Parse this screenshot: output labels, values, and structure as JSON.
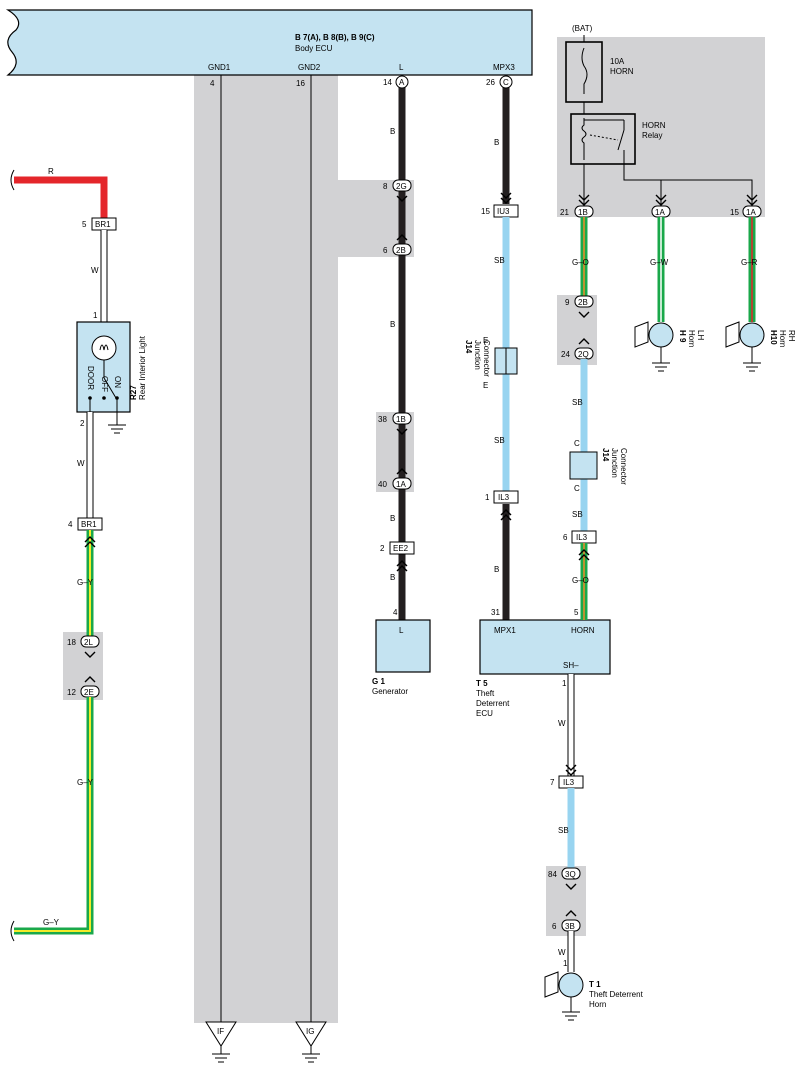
{
  "body_ecu": {
    "title": "B 7(A), B 8(B), B 9(C)",
    "name": "Body ECU",
    "pins": {
      "gnd1": "GND1",
      "gnd2": "GND2",
      "l": "L",
      "mpx3": "MPX3"
    }
  },
  "battery": {
    "label": "(BAT)",
    "fuse_amp": "10A",
    "fuse_name": "HORN",
    "relay_l1": "HORN",
    "relay_l2": "Relay"
  },
  "wire_colors": {
    "red": "#e4262b",
    "black": "#231f20",
    "white": "#ffffff",
    "sky_blue": "#98d4f0",
    "green": "#1aa84a",
    "yellow": "#f4ea2a",
    "ecu_fill": "#c4e3f1",
    "shade": "#d2d2d4"
  },
  "labels": {
    "n4": "4",
    "n16": "16",
    "n14": "14",
    "n26": "26",
    "pinA": "A",
    "pinC": "C",
    "wB1": "B",
    "wB2": "B",
    "wB3": "B",
    "wB4": "B",
    "wB5": "B",
    "wB6": "B",
    "n8": "8",
    "c2G": "2G",
    "n6a": "6",
    "c2B": "2B",
    "n38": "38",
    "c1B": "1B",
    "n40": "40",
    "c1A": "1A",
    "n2": "2",
    "cEE2": "EE2",
    "n4g": "4",
    "n15a": "15",
    "cIU3": "IU3",
    "wSB1": "SB",
    "wSB2": "SB",
    "wSB3": "SB",
    "wSB4": "SB",
    "wSB5": "SB",
    "eTop": "E",
    "eBot": "E",
    "n1a": "1",
    "cIL3a": "IL3",
    "n31": "31",
    "n21": "21",
    "cR1B": "1B",
    "cR1A": "1A",
    "n15b": "15",
    "cR1A2": "1A",
    "wGO1": "G–O",
    "wGW": "G–W",
    "wGR": "G–R",
    "n9": "9",
    "c2Bb": "2B",
    "n24": "24",
    "c2Q": "2Q",
    "cTop": "C",
    "cBot": "C",
    "n6b": "6",
    "cIL3b": "IL3",
    "wGO2": "G–O",
    "n5": "5",
    "n1b": "1",
    "wW3": "W",
    "n7": "7",
    "cIL3c": "IL3",
    "n84": "84",
    "c3Q": "3Q",
    "n6c": "6",
    "c3B": "3B",
    "wW4": "W",
    "n1c": "1",
    "wR": "R",
    "n5br": "5",
    "cBR1a": "BR1",
    "wW1": "W",
    "n1sw": "1",
    "n2sw": "2",
    "wW2": "W",
    "n4br": "4",
    "cBR1b": "BR1",
    "wGY1": "G–Y",
    "n18": "18",
    "c2L": "2L",
    "n12": "12",
    "c2E": "2E",
    "wGY2": "G–Y",
    "wGY3": "G–Y",
    "door": "DOOR",
    "off": "OFF",
    "on": "ON",
    "gIF": "IF",
    "gIG": "IG"
  },
  "components": {
    "gen": {
      "pin": "L",
      "id": "G 1",
      "name": "Generator"
    },
    "j14a": {
      "id": "J14",
      "l1": "Junction",
      "l2": "Connector"
    },
    "j14b": {
      "id": "J14",
      "l1": "Junction",
      "l2": "Connector"
    },
    "tde": {
      "pin1": "MPX1",
      "pin2": "HORN",
      "pin3": "SH–",
      "id": "T 5",
      "l1": "Theft",
      "l2": "Deterrent",
      "l3": "ECU"
    },
    "h9": {
      "id": "H 9",
      "l1": "Horn",
      "l2": "LH"
    },
    "h10": {
      "id": "H10",
      "l1": "Horn",
      "l2": "RH"
    },
    "r27": {
      "id": "R27",
      "name": "Rear Interior Light"
    },
    "t1": {
      "id": "T 1",
      "l1": "Theft Deterrent",
      "l2": "Horn"
    }
  }
}
